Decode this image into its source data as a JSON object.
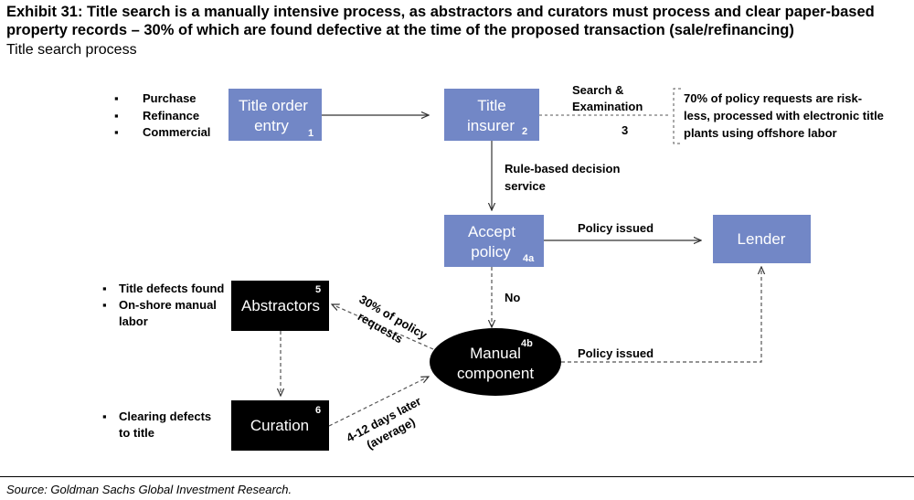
{
  "header": {
    "title": "Exhibit 31: Title search is a manually intensive process, as abstractors and curators must process and clear paper-based property records – 30% of which are found defective at the time of the proposed transaction (sale/refinancing)",
    "subtitle": "Title search process"
  },
  "boxes": {
    "title_order": {
      "line1": "Title order",
      "line2": "entry",
      "num": "1"
    },
    "title_insurer": {
      "line1": "Title",
      "line2": "insurer",
      "num": "2"
    },
    "accept_policy": {
      "line1": "Accept",
      "line2": "policy",
      "num": "4a"
    },
    "lender": {
      "label": "Lender"
    },
    "abstractors": {
      "label": "Abstractors",
      "num": "5"
    },
    "curation": {
      "label": "Curation",
      "num": "6"
    },
    "manual": {
      "line1": "Manual",
      "line2": "component",
      "num": "4b"
    }
  },
  "labels": {
    "search_line1": "Search &",
    "search_line2": "Examination",
    "search_num": "3",
    "note_line1": "70% of policy requests are risk-",
    "note_line2": "less, processed with electronic title",
    "note_line3": "plants using offshore labor",
    "rule_line1": "Rule-based decision",
    "rule_line2": "service",
    "policy_issued_1": "Policy issued",
    "policy_issued_2": "Policy issued",
    "no": "No",
    "pct_line1": "30% of policy",
    "pct_line2": "requests",
    "days_line1": "4-12 days later",
    "days_line2": "(average)"
  },
  "bullets": {
    "order_types": [
      "Purchase",
      "Refinance",
      "Commercial"
    ],
    "abstractors_notes": [
      "Title defects found",
      "On-shore manual",
      "labor"
    ],
    "curation_notes": [
      "Clearing defects",
      "to title"
    ]
  },
  "colors": {
    "blue_box": "#7287c6",
    "black_box": "#000000",
    "arrow": "#333333"
  },
  "source": "Source: Goldman Sachs Global Investment Research."
}
